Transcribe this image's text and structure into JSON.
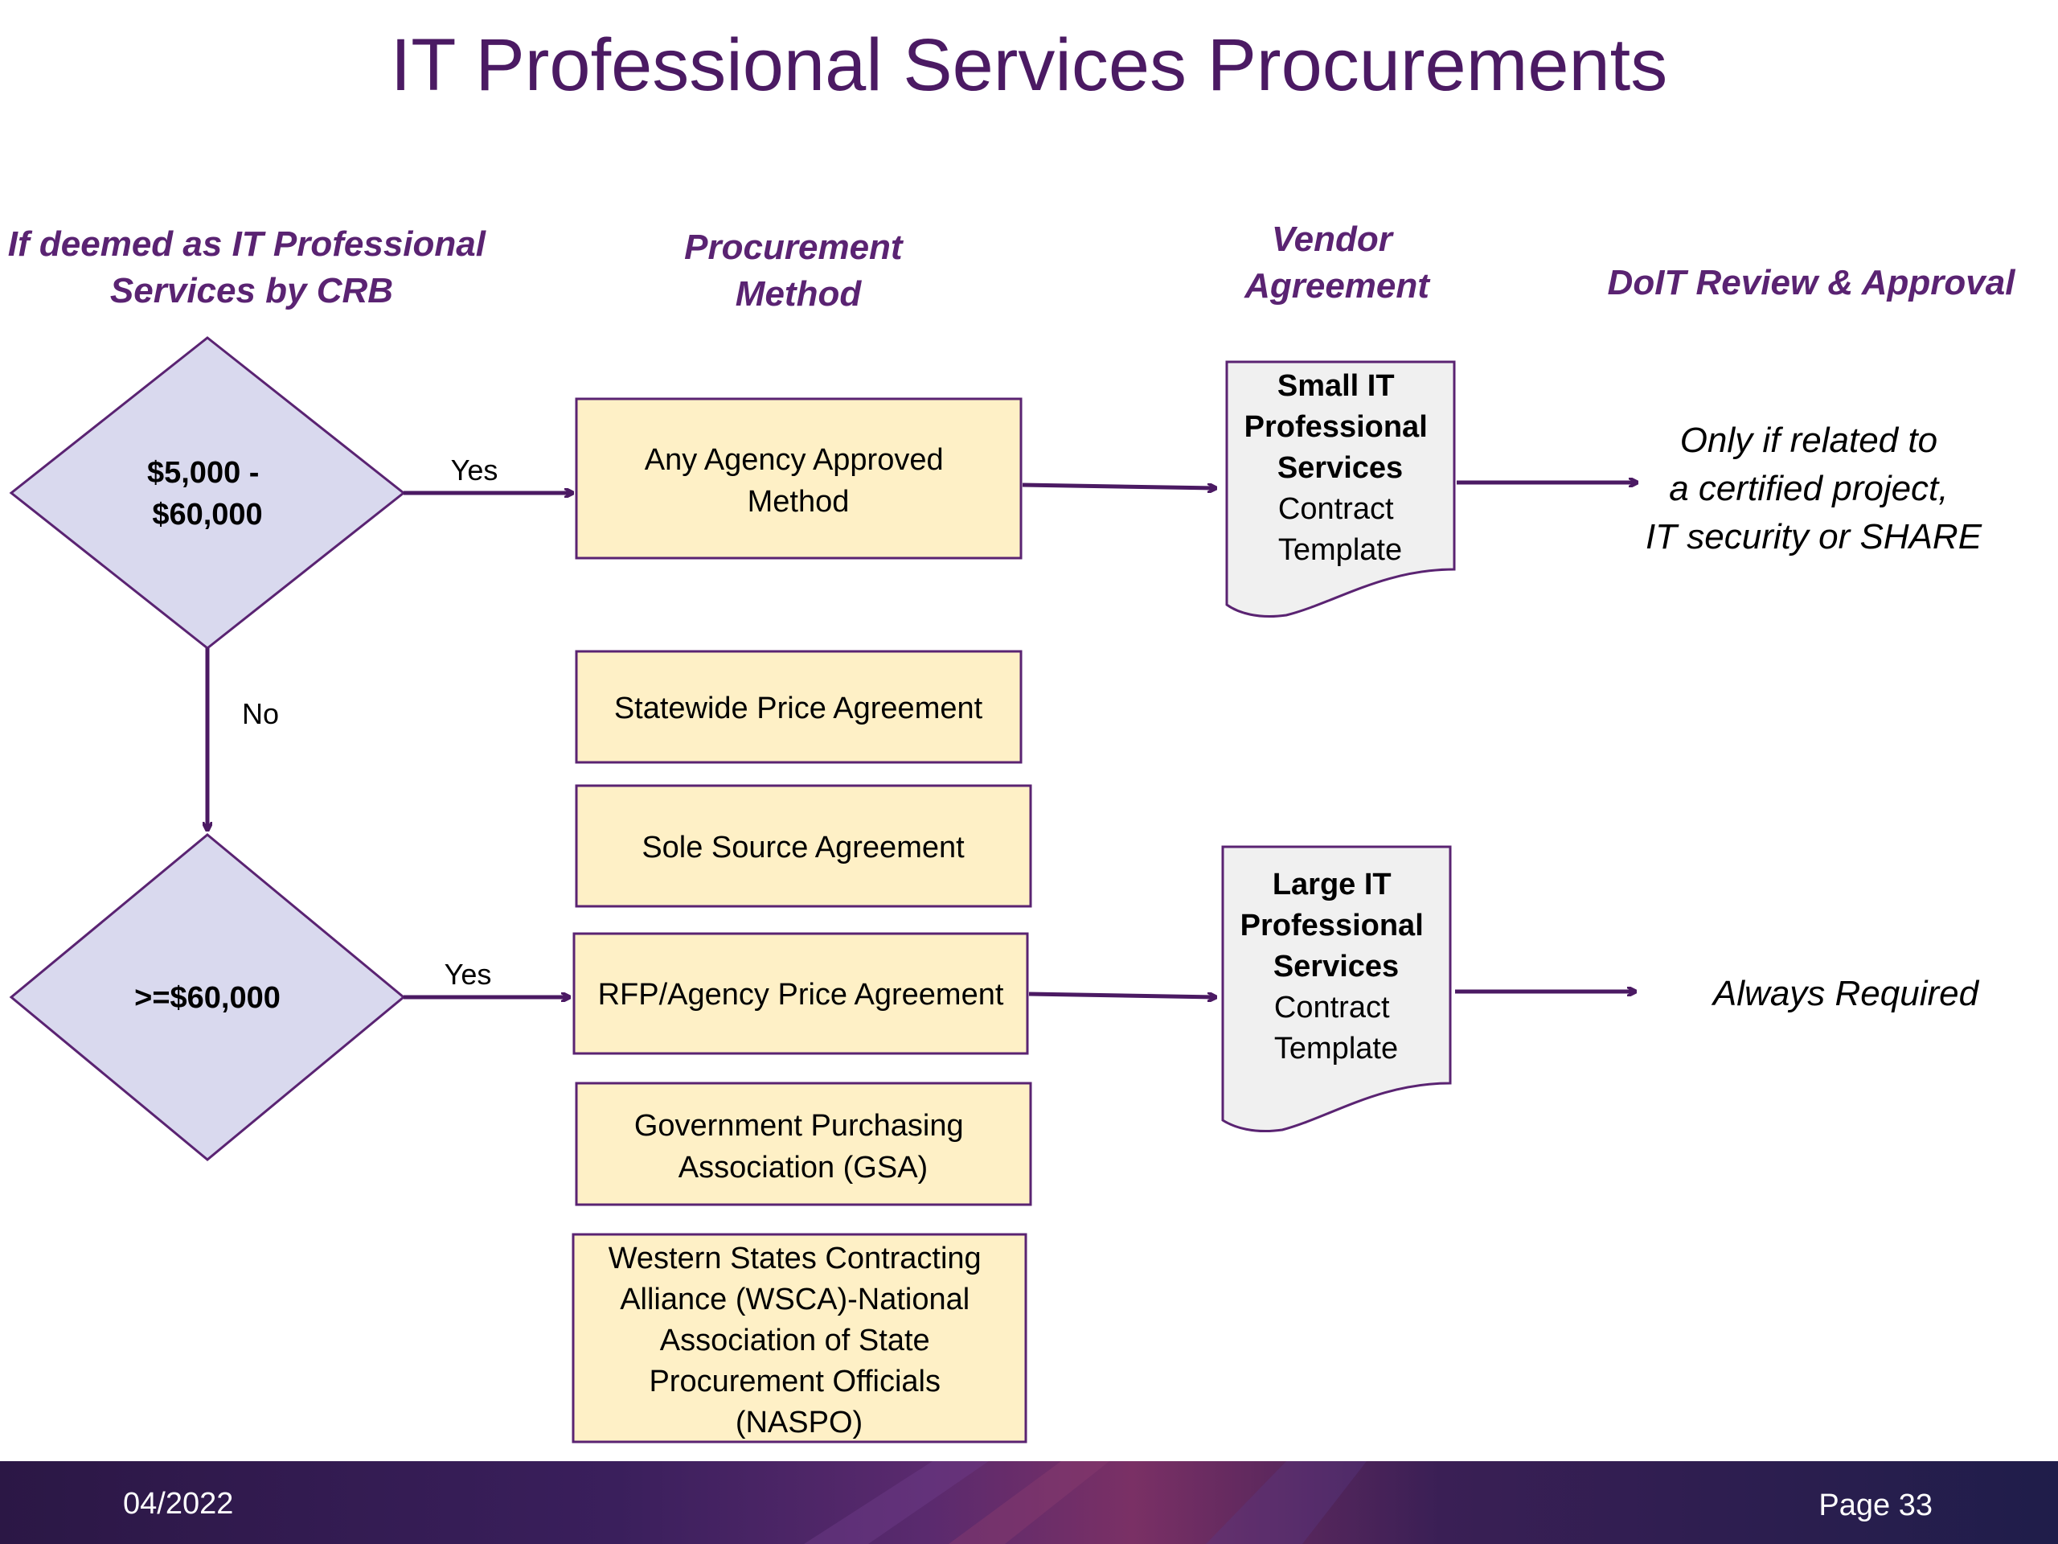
{
  "title": "IT Professional Services Procurements",
  "headers": {
    "crb": [
      "If deemed as IT Professional",
      "Services by CRB"
    ],
    "method": [
      "Procurement",
      "Method"
    ],
    "vendor": [
      "Vendor",
      "Agreement"
    ],
    "review": [
      "DoIT Review & Approval"
    ]
  },
  "decisions": {
    "small": [
      "$5,000 -",
      "$60,000"
    ],
    "large": [
      ">=$60,000"
    ]
  },
  "flow_labels": {
    "yes_top": "Yes",
    "no": "No",
    "yes_bottom": "Yes"
  },
  "methods": {
    "any_agency": [
      "Any Agency Approved",
      "Method"
    ],
    "statewide": [
      "Statewide Price Agreement"
    ],
    "sole_source": [
      "Sole Source Agreement"
    ],
    "rfp": [
      "RFP/Agency Price Agreement"
    ],
    "gsa": [
      "Government Purchasing",
      "Association (GSA)"
    ],
    "wsca": [
      "Western States Contracting",
      "Alliance (WSCA)-National",
      "Association of State",
      "Procurement Officials",
      "(NASPO)"
    ]
  },
  "vendor_docs": {
    "small": {
      "bold": [
        "Small IT",
        "Professional",
        "Services"
      ],
      "normal": [
        "Contract",
        "Template"
      ]
    },
    "large": {
      "bold": [
        "Large IT",
        "Professional",
        "Services"
      ],
      "normal": [
        "Contract",
        "Template"
      ]
    }
  },
  "review": {
    "small": [
      "Only if related to",
      "a certified project,",
      "IT security or SHARE"
    ],
    "large": [
      "Always Required"
    ]
  },
  "footer": {
    "date": "04/2022",
    "page": "Page 33"
  },
  "colors": {
    "accent_purple": "#5a2372",
    "diamond_fill": "#d9d9ee",
    "box_fill": "#fef0c6",
    "doc_fill": "#f0f0f0",
    "footer_bg": "#2d1a4d"
  }
}
